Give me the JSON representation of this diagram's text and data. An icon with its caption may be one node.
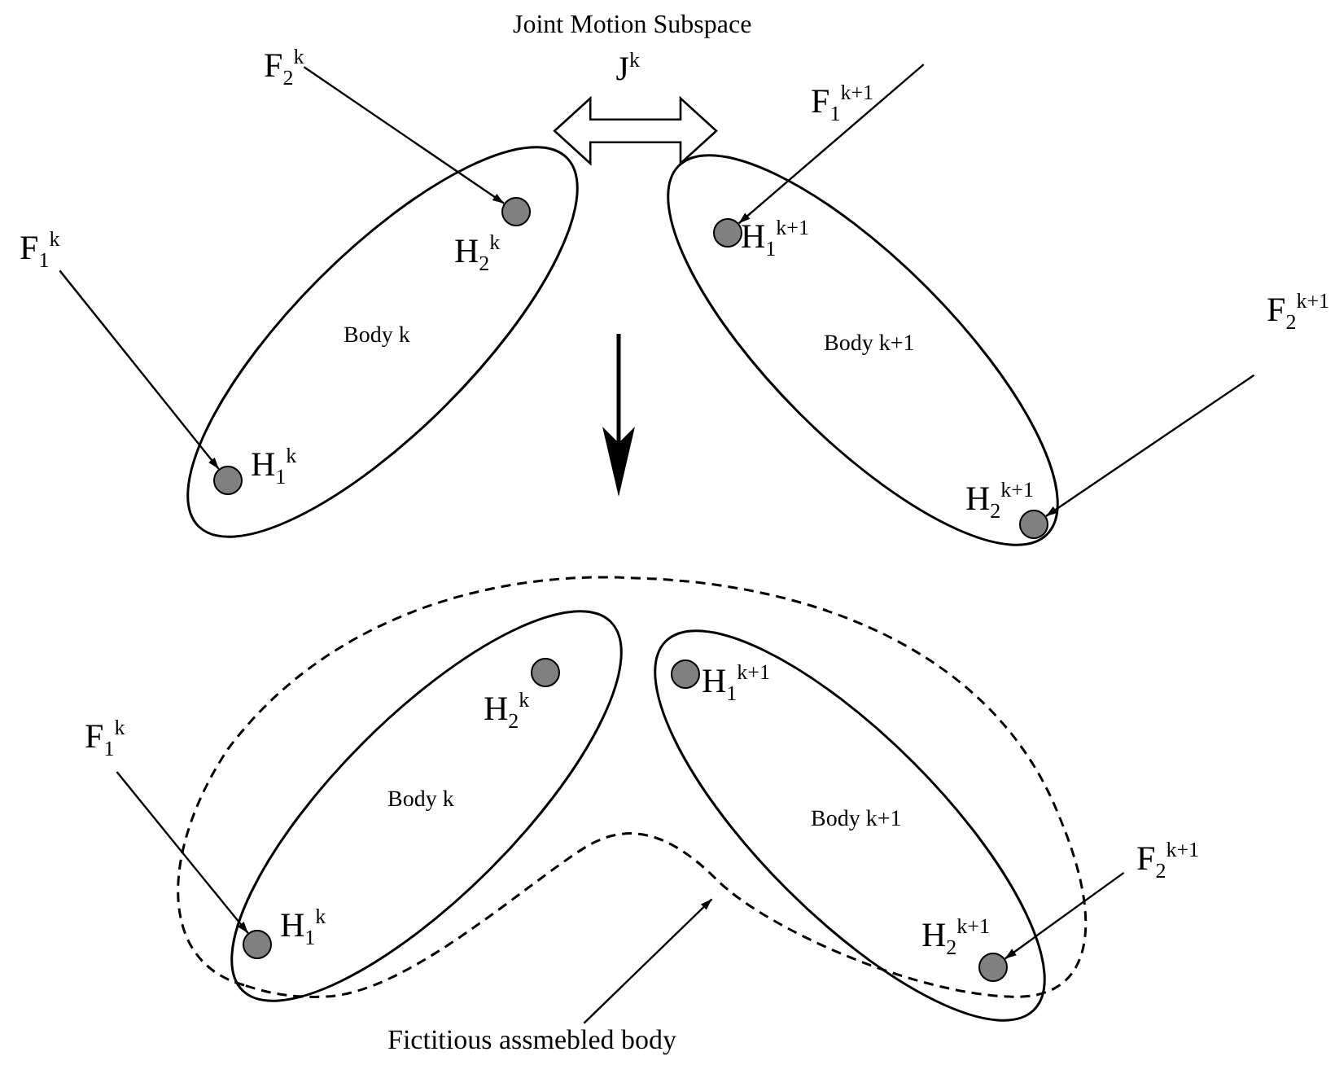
{
  "diagram": {
    "nodes": [
      {
        "text": [
          "Body k"
        ]
      },
      {
        "text": [],
        "shape": "circle",
        "in": 0,
        "beside": [
          "H$_{2}$$^{k}$"
        ]
      },
      {
        "text": [],
        "shape": "circle",
        "in": 0,
        "beside": [
          "H$_{1}$$^{k}$"
        ]
      },
      {
        "text": [
          "Body k+1"
        ]
      },
      {
        "text": [],
        "shape": "circle",
        "in": 3,
        "beside": [
          "H$_{1}$$^{k+1}$"
        ]
      },
      {
        "text": [],
        "shape": "circle",
        "in": 3,
        "beside": [
          "H$_{2}$$^{k+1}$"
        ]
      },
      {
        "text": [
          "F$_{2}$$^{k}$"
        ]
      },
      {
        "text": [
          "F$_{1}$$^{k}$"
        ]
      },
      {
        "text": [
          "F$_{1}$$^{k+1}$"
        ]
      },
      {
        "text": [
          "F$_{2}$$^{k+1}$"
        ]
      },
      {
        "text": [],
        "shape": "outline"
      },
      {
        "text": [
          "Body k"
        ],
        "in": 10
      },
      {
        "text": [],
        "shape": "circle",
        "in": 11,
        "beside": [
          "H$_{2}$$^{k}$"
        ]
      },
      {
        "text": [],
        "shape": "circle",
        "in": 11,
        "beside": [
          "H$_{1}$$^{k}$"
        ]
      },
      {
        "text": [
          "Body k+1"
        ],
        "in": 10
      },
      {
        "text": [],
        "shape": "circle",
        "in": 14,
        "beside": [
          "H$_{1}$$^{k+1}$"
        ]
      },
      {
        "text": [],
        "shape": "circle",
        "in": 14,
        "beside": [
          "H$_{2}$$^{k+1}$"
        ]
      },
      {
        "text": [
          "F$_{1}$$^{k}$"
        ]
      },
      {
        "text": [
          "F$_{2}$$^{k+1}$"
        ]
      },
      {
        "text": [
          "Fictitious assmebled body"
        ]
      }
    ],
    "edges": [
      {
        "from": 6,
        "to": 1,
        "arrow": "to"
      },
      {
        "from": 7,
        "to": 2,
        "arrow": "to"
      },
      {
        "from": 8,
        "to": 4,
        "arrow": "to"
      },
      {
        "from": 9,
        "to": 5,
        "arrow": "to"
      },
      {
        "from": 0,
        "to": 3,
        "arrow": "both",
        "label": "J$^{k}$"
      },
      {
        "from": 17,
        "to": 13,
        "arrow": "to"
      },
      {
        "from": 18,
        "to": 16,
        "arrow": "to"
      },
      {
        "from": 19,
        "to": 10,
        "arrow": "to"
      }
    ],
    "labels": [
      "Joint Motion Subspace"
    ]
  }
}
